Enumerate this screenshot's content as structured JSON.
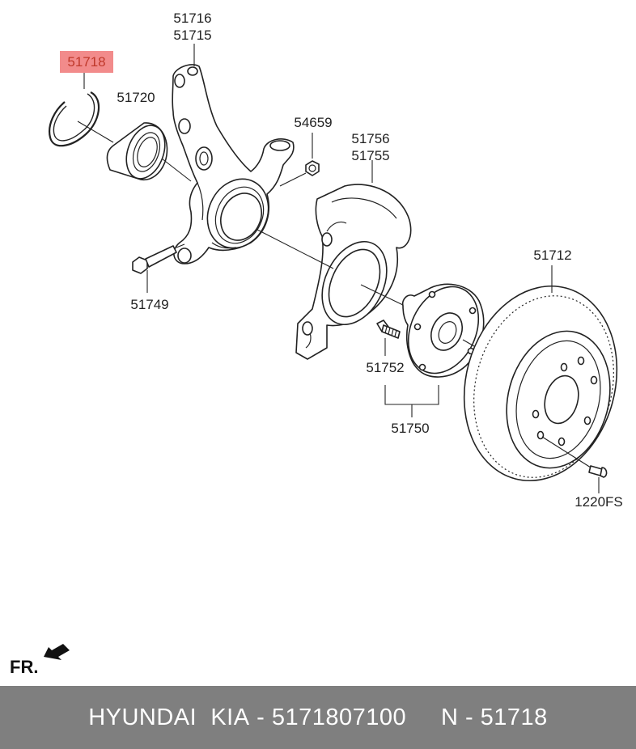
{
  "callouts": {
    "knuckle_a": "51716",
    "knuckle_b": "51715",
    "snap_ring": "51718",
    "bearing": "51720",
    "nut": "54659",
    "cover_a": "51756",
    "cover_b": "51755",
    "disc": "51712",
    "bolt": "51749",
    "hub_bolt": "51752",
    "hub_assy": "51750",
    "disc_screw": "1220FS"
  },
  "highlight_color": "#f28b8b",
  "front_marker": "FR.",
  "footer": {
    "brand": "HYUNDAI  KIA",
    "sep1": " - ",
    "part_number": "5171807100",
    "gap": "     ",
    "ref": "N - 51718"
  },
  "footer_color": "#7f7f7f"
}
